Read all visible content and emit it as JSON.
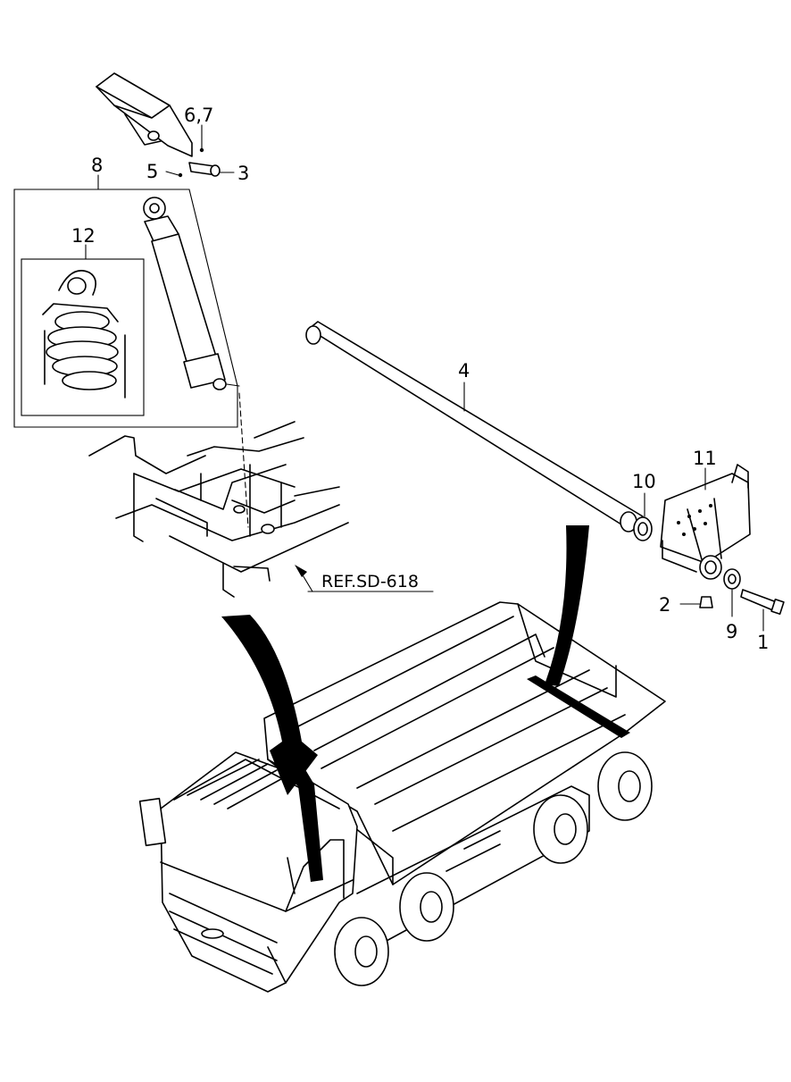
{
  "callouts": {
    "c1": "1",
    "c2": "2",
    "c3": "3",
    "c4": "4",
    "c5": "5",
    "c67": "6,7",
    "c8": "8",
    "c9": "9",
    "c10": "10",
    "c11": "11",
    "c12": "12"
  },
  "reference": "REF.SD-618"
}
